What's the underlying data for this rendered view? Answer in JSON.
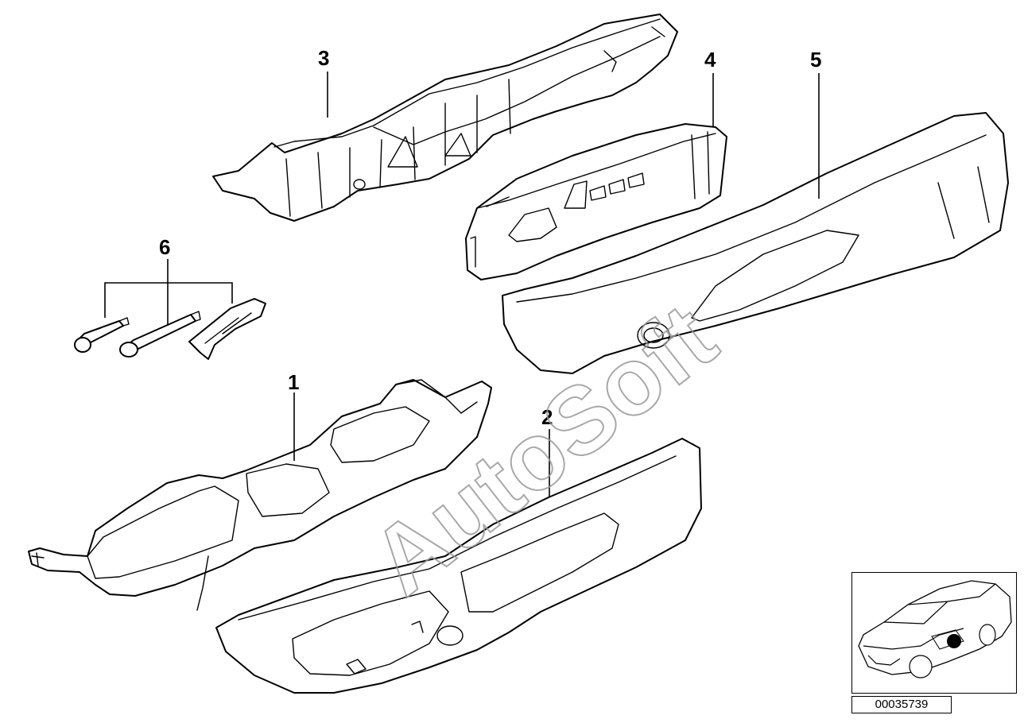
{
  "callouts": [
    {
      "id": "1",
      "label": "1"
    },
    {
      "id": "2",
      "label": "2"
    },
    {
      "id": "3",
      "label": "3"
    },
    {
      "id": "4",
      "label": "4"
    },
    {
      "id": "5",
      "label": "5"
    },
    {
      "id": "6",
      "label": "6"
    }
  ],
  "watermark": "AutoSoft",
  "reference_number": "00035739",
  "icons": {
    "locator_car": "car-locator-icon",
    "locator_dot": "position-marker-icon"
  }
}
